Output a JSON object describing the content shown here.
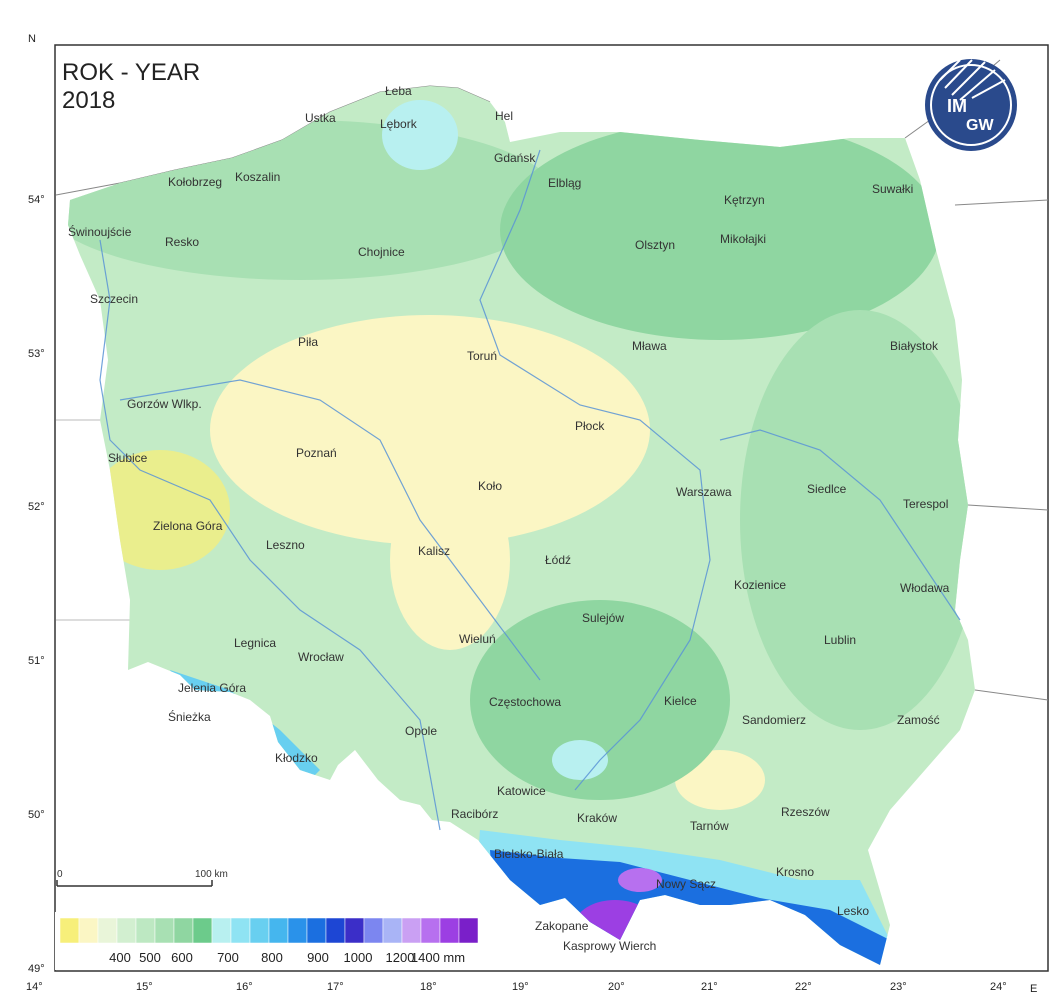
{
  "title": {
    "line1": "ROK - YEAR",
    "line2": "2018"
  },
  "logo": {
    "text_top": "IM",
    "text_bottom": "GW"
  },
  "compass": {
    "north": "N",
    "east": "E"
  },
  "latitudes": [
    "54°",
    "53°",
    "52°",
    "51°",
    "50°",
    "49°"
  ],
  "longitudes": [
    "14°",
    "15°",
    "16°",
    "17°",
    "18°",
    "19°",
    "20°",
    "21°",
    "22°",
    "23°",
    "24°"
  ],
  "scale_bar": {
    "start": "0",
    "end": "100 km"
  },
  "legend": {
    "colors": [
      "#f7ef7a",
      "#fbf6c4",
      "#e9f5d9",
      "#d2efd0",
      "#bde8c2",
      "#a8e0b3",
      "#8fd6a1",
      "#6ccb8b",
      "#b8f0f0",
      "#8fe3f3",
      "#68cff0",
      "#45b6ee",
      "#2a92ea",
      "#1b6fe0",
      "#1d46d4",
      "#3b2ec8",
      "#7c86f0",
      "#a9b4f6",
      "#caa0f3",
      "#b770ef",
      "#9c3fe3",
      "#7a1fc9"
    ],
    "labels": [
      "400",
      "500",
      "600",
      "700",
      "800",
      "900",
      "1000",
      "1200",
      "1400 mm"
    ]
  },
  "cities": [
    "Łeba",
    "Lębork",
    "Ustka",
    "Hel",
    "Gdańsk",
    "Elbląg",
    "Kołobrzeg",
    "Koszalin",
    "Kętrzyn",
    "Suwałki",
    "Świnoujście",
    "Resko",
    "Chojnice",
    "Olsztyn",
    "Mikołajki",
    "Szczecin",
    "Piła",
    "Toruń",
    "Mława",
    "Białystok",
    "Gorzów Wlkp.",
    "Płock",
    "Słubice",
    "Poznań",
    "Koło",
    "Warszawa",
    "Siedlce",
    "Terespol",
    "Zielona Góra",
    "Leszno",
    "Kalisz",
    "Łódź",
    "Kozienice",
    "Włodawa",
    "Sulejów",
    "Legnica",
    "Wrocław",
    "Wieluń",
    "Lublin",
    "Jelenia Góra",
    "Śnieżka",
    "Częstochowa",
    "Kielce",
    "Sandomierz",
    "Zamość",
    "Opole",
    "Kłodzko",
    "Katowice",
    "Racibórz",
    "Kraków",
    "Tarnów",
    "Rzeszów",
    "Bielsko-Biała",
    "Nowy Sącz",
    "Krosno",
    "Lesko",
    "Zakopane",
    "Kasprowy Wierch"
  ]
}
